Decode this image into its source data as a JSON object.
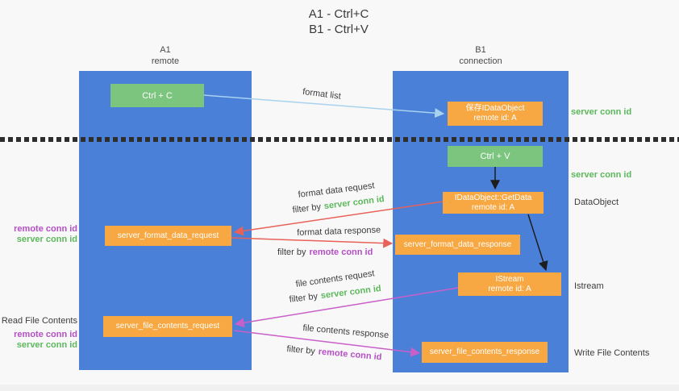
{
  "palette": {
    "bg": "#f8f8f8",
    "column_blue": "#4a80d8",
    "green_box": "#7cc57e",
    "orange_box": "#f7a842",
    "green_id": "#5cb85c",
    "purple_id": "#b44fc4",
    "red_arrow": "#e8625a",
    "magenta_arrow": "#c95fc9",
    "lightblue_arrow": "#a9d2ee",
    "black_arrow": "#1d1d1d",
    "dark_text": "#3c3c3c",
    "separator": "#2e2e2e"
  },
  "title": {
    "line1": "A1 - Ctrl+C",
    "line2": "B1 - Ctrl+V"
  },
  "columns": {
    "left": {
      "id": "A1",
      "role": "remote"
    },
    "right": {
      "id": "B1",
      "role": "connection"
    }
  },
  "nodes": {
    "ctrl_c": {
      "label": "Ctrl + C"
    },
    "save_dataobject": {
      "line1": "保存IDataObject",
      "line2": "remote id: A"
    },
    "ctrl_v": {
      "label": "Ctrl + V"
    },
    "getdata": {
      "line1": "IDataObject::GetData",
      "line2": "remote id: A"
    },
    "istream": {
      "line1": "IStream",
      "line2": "remote id: A"
    },
    "format_request": {
      "label": "server_format_data_request"
    },
    "format_response": {
      "label": "server_format_data_response"
    },
    "file_request": {
      "label": "server_file_contents_request"
    },
    "file_response": {
      "label": "server_file_contents_response"
    }
  },
  "arrow_labels": {
    "format_list": "format list",
    "format_data_request": "format data request",
    "filter_server_1": {
      "prefix": "filter by",
      "id": "server conn id"
    },
    "format_data_response": "format data response",
    "filter_remote_1": {
      "prefix": "filter by",
      "id": "remote conn id"
    },
    "file_contents_request": "file contents request",
    "filter_server_2": {
      "prefix": "filter by",
      "id": "server conn id"
    },
    "file_contents_response": "file contents response",
    "filter_remote_2": {
      "prefix": "filter by",
      "id": "remote conn id"
    }
  },
  "side_labels": {
    "server_conn_top": "server conn id",
    "server_conn_mid": "server conn id",
    "dataobject": "DataObject",
    "istream": "Istream",
    "write_file": "Write File Contents",
    "read_file": "Read File Contents",
    "remote_conn_1": "remote conn id",
    "server_conn_1": "server conn id",
    "remote_conn_2": "remote conn id",
    "server_conn_2": "server conn id"
  }
}
